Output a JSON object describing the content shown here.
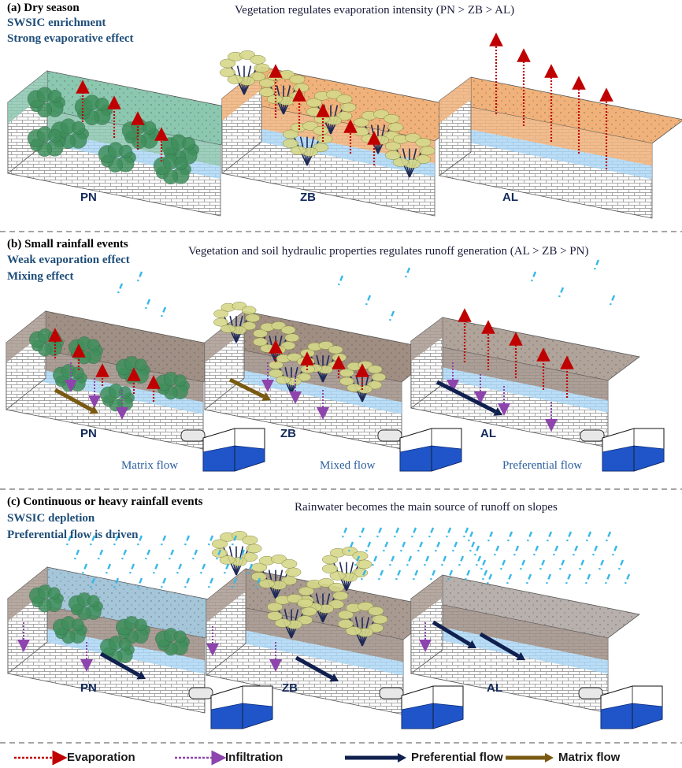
{
  "panels": [
    {
      "title": "(a) Dry season",
      "subtitles": [
        "SWSIC enrichment",
        "Strong evaporative effect"
      ],
      "note": "Vegetation regulates evaporation intensity (PN > ZB > AL)",
      "plots": [
        "PN",
        "ZB",
        "AL"
      ],
      "flows": []
    },
    {
      "title": "(b) Small rainfall events",
      "subtitles": [
        "Weak evaporation effect",
        "Mixing effect"
      ],
      "note": "Vegetation and soil hydraulic properties regulates runoff generation (AL > ZB > PN)",
      "plots": [
        "PN",
        "ZB",
        "AL"
      ],
      "flows": [
        "Matrix flow",
        "Mixed flow",
        "Preferential flow"
      ]
    },
    {
      "title": "(c) Continuous or heavy rainfall events",
      "subtitles": [
        "SWSIC depletion",
        "Preferential flow is driven"
      ],
      "note": "Rainwater becomes the main source of runoff on slopes",
      "plots": [
        "PN",
        "ZB",
        "AL"
      ],
      "flows": []
    }
  ],
  "legend": [
    {
      "label": "Evaporation",
      "color": "#c00000",
      "style": "dotted-arrow"
    },
    {
      "label": "Infiltration",
      "color": "#8e44ad",
      "style": "dotted-arrow"
    },
    {
      "label": "Preferential flow",
      "color": "#10204f",
      "style": "solid-arrow"
    },
    {
      "label": "Matrix flow",
      "color": "#7a5a12",
      "style": "solid-arrow"
    }
  ],
  "colors": {
    "evaporation": "#c00000",
    "infiltration": "#8e44ad",
    "preferential": "#10204f",
    "matrix": "#7a5a12",
    "rain": "#36b8e8",
    "dry_soil": "#f0b27a",
    "wet_soil": "#b7a89a",
    "water_table": "#a9d6f5",
    "bedrock": "#ffffff",
    "tank_water": "#1f55c8",
    "vegetation_pn": "#3f8f5c",
    "vegetation_zb": "#d6d98a"
  }
}
